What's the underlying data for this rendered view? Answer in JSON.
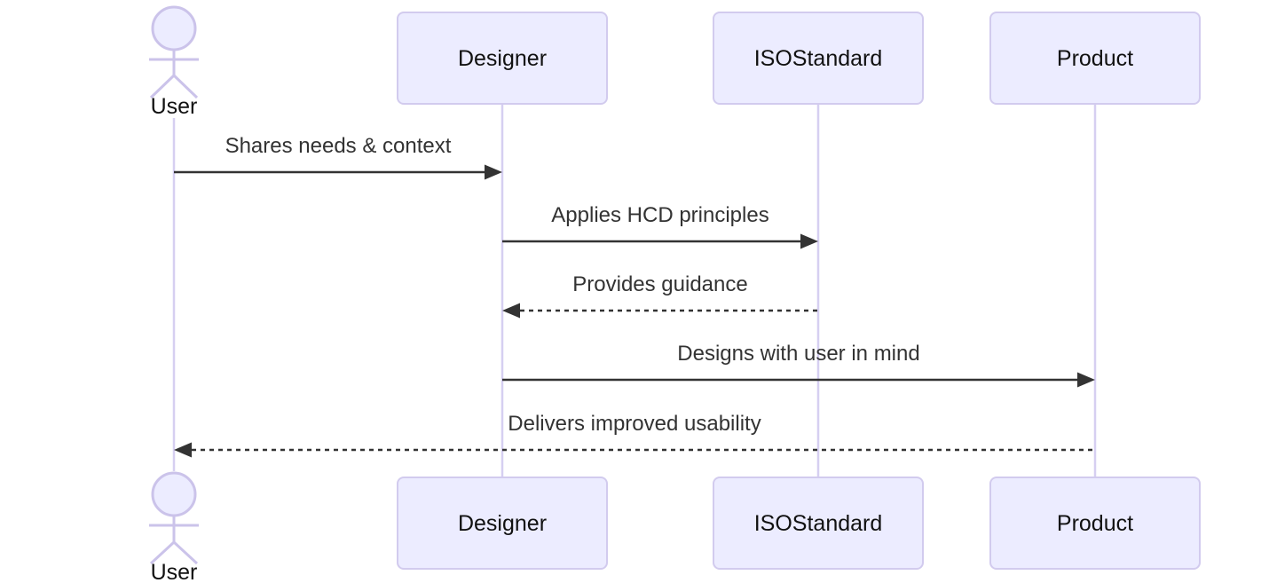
{
  "diagram": {
    "type": "sequence-diagram",
    "background": "#FFFFFF",
    "colors": {
      "participant_fill": "#ECECFF",
      "participant_border": "#D2CBEE",
      "actor_stroke": "#CBC3EA",
      "lifeline": "#D6CFF1",
      "message_line": "#333333",
      "message_text": "#333333",
      "entity_text": "#111111"
    },
    "actors": [
      {
        "id": "user",
        "label": "User",
        "kind": "actor-stick-figure"
      },
      {
        "id": "designer",
        "label": "Designer",
        "kind": "participant-box"
      },
      {
        "id": "isostandard",
        "label": "ISOStandard",
        "kind": "participant-box"
      },
      {
        "id": "product",
        "label": "Product",
        "kind": "participant-box"
      }
    ],
    "messages": [
      {
        "from": "User",
        "to": "Designer",
        "label": "Shares needs & context",
        "style": "solid",
        "direction": "right"
      },
      {
        "from": "Designer",
        "to": "ISOStandard",
        "label": "Applies HCD principles",
        "style": "solid",
        "direction": "right"
      },
      {
        "from": "ISOStandard",
        "to": "Designer",
        "label": "Provides guidance",
        "style": "dashed",
        "direction": "left"
      },
      {
        "from": "Designer",
        "to": "Product",
        "label": "Designs with user in mind",
        "style": "solid",
        "direction": "right"
      },
      {
        "from": "Product",
        "to": "User",
        "label": "Delivers improved usability",
        "style": "dashed",
        "direction": "left"
      }
    ]
  }
}
